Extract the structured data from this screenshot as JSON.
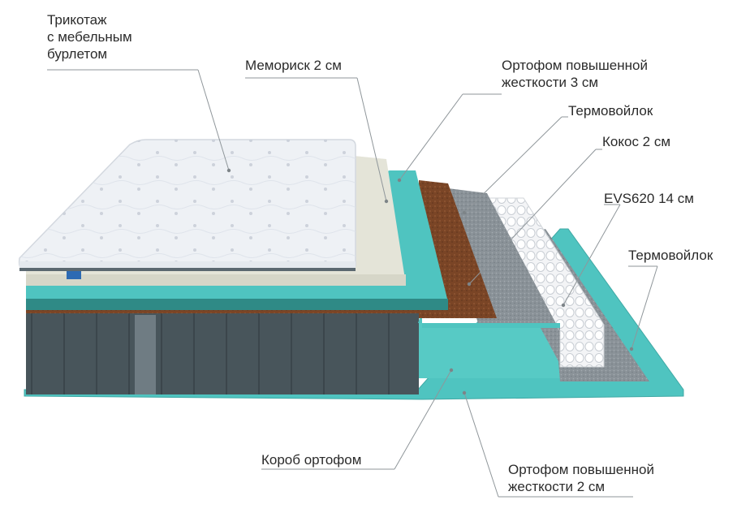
{
  "labels": {
    "knit_cover": [
      "Трикотаж",
      "с мебельным",
      "бурлетом"
    ],
    "memory_foam": "Мемориск 2 см",
    "firm_ortho_top": [
      "Ортофом повышенной",
      "жесткости 3 см"
    ],
    "felt_top": "Термовойлок",
    "coconut": "Кокос 2 см",
    "spring_block": "EVS620 14 см",
    "felt_bottom": "Термовойлок",
    "ortho_box": "Короб ортофом",
    "firm_ortho_bottom": [
      "Ортофом повышенной",
      "жесткости 2 см"
    ]
  },
  "colors": {
    "knit": "#eef1f5",
    "memory": "#e2e2d6",
    "teal": "#4fc4c0",
    "teal_dark": "#2f8a86",
    "coconut": "#7a4526",
    "felt": "#8a9298",
    "velour": "#49555b",
    "leader": "#8f969a"
  }
}
